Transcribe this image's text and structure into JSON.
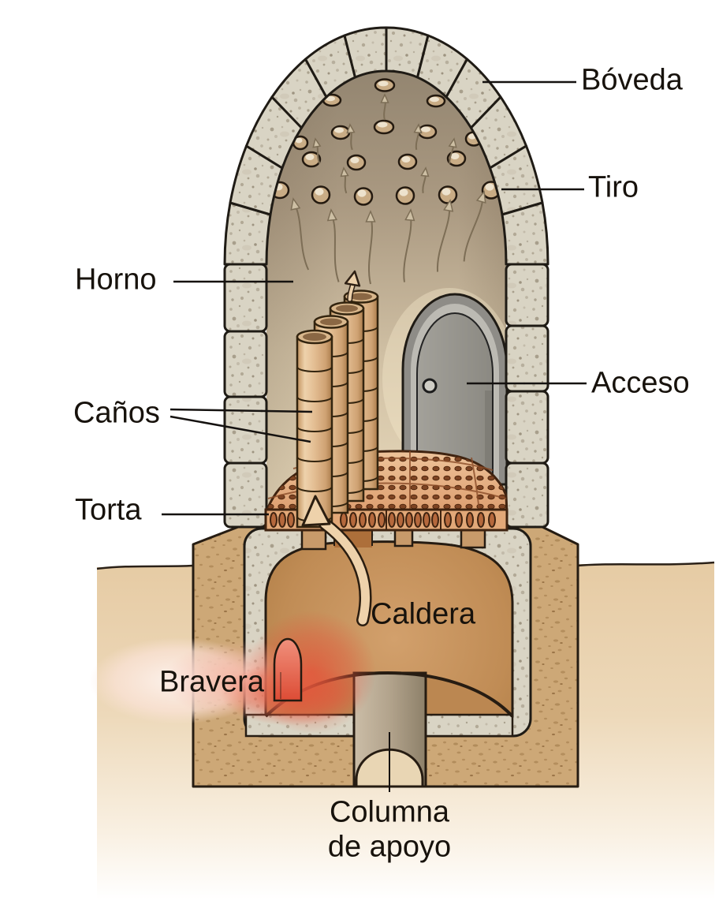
{
  "diagram": {
    "labels": {
      "boveda": "Bóveda",
      "tiro": "Tiro",
      "horno": "Horno",
      "canos": "Caños",
      "torta": "Torta",
      "acceso": "Acceso",
      "caldera": "Caldera",
      "bravera": "Bravera",
      "columna_line1": "Columna",
      "columna_line2": "de apoyo"
    },
    "colors": {
      "stone": "#d9d4c4",
      "earth": "#cda877",
      "terracotta": "#e0a071",
      "pipe": "#e8c9a4",
      "interior_wall": "#cfbfa3",
      "door": "#95938d",
      "fire": "#e4543a",
      "fire_glow": "#f6b4a4",
      "ground": "#e6cba4",
      "outline": "#1f1b15"
    }
  }
}
